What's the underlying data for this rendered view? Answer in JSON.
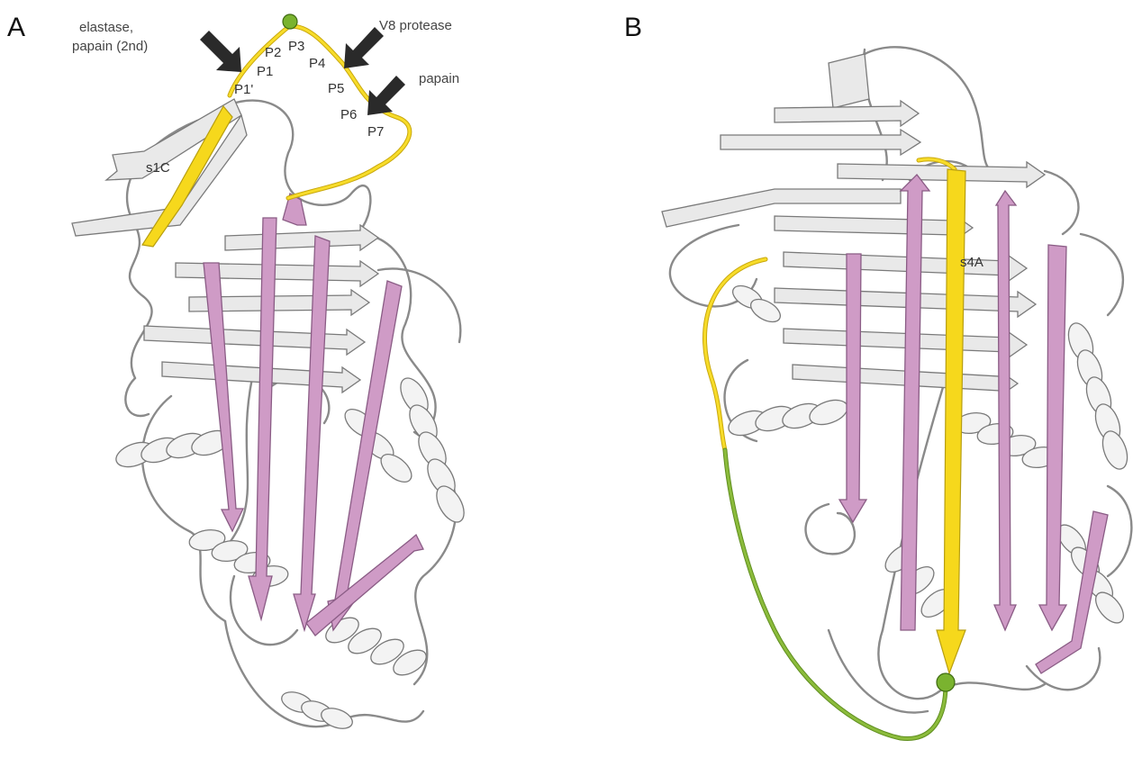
{
  "panels": {
    "a": {
      "letter": "A",
      "labels": {
        "elastase": "elastase,",
        "papain_2nd": "papain (2nd)",
        "v8": "V8 protease",
        "papain": "papain",
        "s1c": "s1C",
        "p1p": "P1'",
        "p1": "P1",
        "p2": "P2",
        "p3": "P3",
        "p4": "P4",
        "p5": "P5",
        "p6": "P6",
        "p7": "P7"
      }
    },
    "b": {
      "letter": "B",
      "labels": {
        "s4a": "s4A"
      }
    }
  },
  "colors": {
    "reactive_loop": "#f6d81c",
    "cleaved_loop": "#8cbc3c",
    "central_sheet": "#cf9bc6",
    "backbone": "#e9e9e9"
  }
}
